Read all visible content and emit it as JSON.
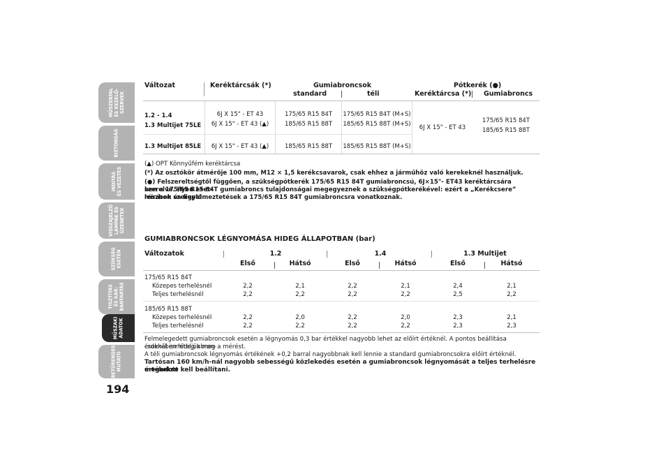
{
  "side_tabs": [
    {
      "label": "MŰSZERFAL\nÉS KEZELŐ-\nSZERVEK",
      "active": false
    },
    {
      "label": "BIZTONSÁG",
      "active": false
    },
    {
      "label": "INDÍTÁS\nÉS VEZETÉS",
      "active": false
    },
    {
      "label": "VISSZAJELZŐ\nLÁMPÁK ÉS\nÜZENETEK",
      "active": false
    },
    {
      "label": "SZÜKSÉG\nESETÉN",
      "active": false
    },
    {
      "label": "TISZTÍTÁS\nÉS KAR-\nBANTARTÁS",
      "active": false
    },
    {
      "label": "MŰSZAKI\nADATOK",
      "active": true
    },
    {
      "label": "BETŰRENDES\nMUTATÓ",
      "active": false
    }
  ],
  "page_number": "194",
  "table1": {
    "h_valtozat": "Változat",
    "h_kerektarcsak": "Keréktárcsák (*)",
    "h_gumiabroncsok": "Gumiabroncsok",
    "h_standard": "standard",
    "h_teli": "téli",
    "h_potkerek": "Pótkerék (●)",
    "h_kerektarcsa": "Keréktárcsa (*)",
    "h_gumiabroncs": "Gumiabroncs",
    "r1_v1": "1.2 - 1.4",
    "r1_v2": "1.3 Multijet 75LE",
    "r1_k1": "6J X 15\" - ET 43",
    "r1_k2": "6J X 15\" - ET 43 (▲)",
    "r1_s1": "175/65 R15 84T",
    "r1_s2": "185/65 R15 88T",
    "r1_t1": "175/65 R15 84T (M+S)",
    "r1_t2": "185/65 R15 88T (M+S)",
    "r2_v": "1.3 Multijet 85LE",
    "r2_k": "6J X 15\" - ET 43 (▲)",
    "r2_s": "185/65 R15 88T",
    "r2_t": "185/65 R15 88T (M+S)",
    "p_k": "6J X 15\" - ET 43",
    "p_g1": "175/65 R15 84T",
    "p_g2": "185/65 R15 88T"
  },
  "notes": {
    "n1": "(▲) OPT Könnyűfém keréktárcsa",
    "n2": "(*)  Az osztókör átmérője 100 mm, M12 × 1,5 kerékcsavarok, csak ehhez a járműhöz való kerekeknél használjuk.",
    "n3a": "(●)  Felszereltségtől függően, a szükségpótkerék 175/65 R15 84T gumiabroncsú, 6J×15\"- ET43 keréktárcsára szerelve. Ilyen eset-",
    "n3b": "ben a 175/65 R15 84T gumiabroncs tulajdonságai megegyeznek a szükségpótkerékével: ezért a „Kerékcsere” részben szereplő",
    "n3c": "leírások és figyelmeztetések a 175/65 R15 84T gumiabroncsra vonatkoznak."
  },
  "pressure": {
    "title": "GUMIABRONCSOK LÉGNYOMÁSA HIDEG ÁLLAPOTBAN",
    "title_unit": "(bar)",
    "h_valtozatok": "Változatok",
    "groups": [
      "1.2",
      "1.4",
      "1.3 Multijet"
    ],
    "sub": [
      "Első",
      "Hátsó",
      "Első",
      "Hátsó",
      "Első",
      "Hátsó"
    ],
    "blocks": [
      {
        "tyre": "175/65 R15 84T",
        "rows": [
          {
            "label": "Közepes terhelésnél",
            "values": [
              "2,2",
              "2,1",
              "2,2",
              "2,1",
              "2,4",
              "2,1"
            ]
          },
          {
            "label": "Teljes terhelésnél",
            "values": [
              "2,2",
              "2,2",
              "2,2",
              "2,2",
              "2,5",
              "2,2"
            ]
          }
        ]
      },
      {
        "tyre": "185/65 R15 88T",
        "rows": [
          {
            "label": "Közepes terhelésnél",
            "values": [
              "2,2",
              "2,0",
              "2,2",
              "2,0",
              "2,3",
              "2,1"
            ]
          },
          {
            "label": "Teljes terhelésnél",
            "values": [
              "2,2",
              "2,2",
              "2,2",
              "2,2",
              "2,3",
              "2,3"
            ]
          }
        ]
      }
    ],
    "foot1": "Felmelegedett gumiabroncsok esetén a légnyomás 0,3 bar értékkel nagyobb lehet az előírt értéknél. A pontos beállítása érdekében hideg abron-",
    "foot2": "csoknál ismételjük meg a mérést.",
    "foot3": "A téli gumiabroncsok légnyomás értékének +0,2 barral nagyobbnak kell lennie a standard gumiabroncsokra előírt értéknél.",
    "foot4": "Tartósan 160 km/h-nál nagyobb sebességű közlekedés esetén a gumiabroncsok légnyomását a teljes terhelésre megadott",
    "foot5": "értékekre kell beállítani."
  }
}
